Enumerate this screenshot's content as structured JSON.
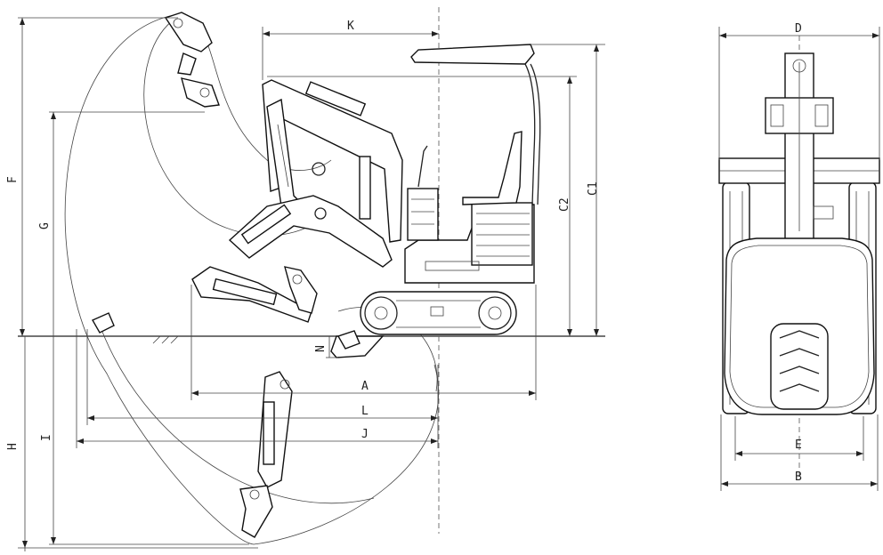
{
  "labels": {
    "K": "K",
    "F": "F",
    "G": "G",
    "C1": "C1",
    "C2": "C2",
    "N": "N",
    "A": "A",
    "L": "L",
    "J": "J",
    "H": "H",
    "I": "I",
    "D": "D",
    "E": "E",
    "B": "B"
  }
}
